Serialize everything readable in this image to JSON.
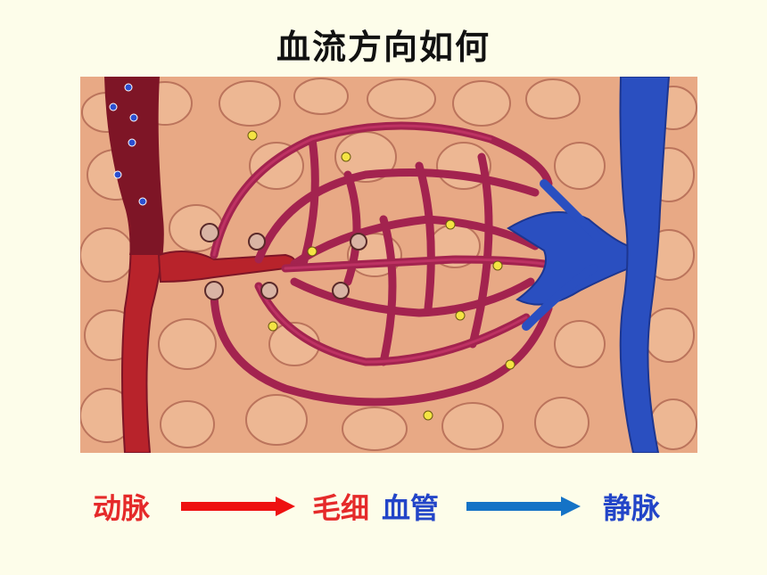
{
  "title": "血流方向如何",
  "labels": {
    "artery": "动脉",
    "capillary_part1": "毛细",
    "capillary_part2": "血管",
    "vein": "静脉"
  },
  "colors": {
    "background": "#fdfdea",
    "tissue": "#e8a985",
    "tissue_line": "#b9725a",
    "artery": "#b8232b",
    "artery_dark": "#7e1526",
    "capillary": "#a3234f",
    "vein": "#2a4fc0",
    "label_red": "#e52a2a",
    "label_blue": "#2345c8",
    "arrow_red": "#ee1111",
    "arrow_blue": "#1573c6",
    "dot_yellow": "#f4e443"
  }
}
